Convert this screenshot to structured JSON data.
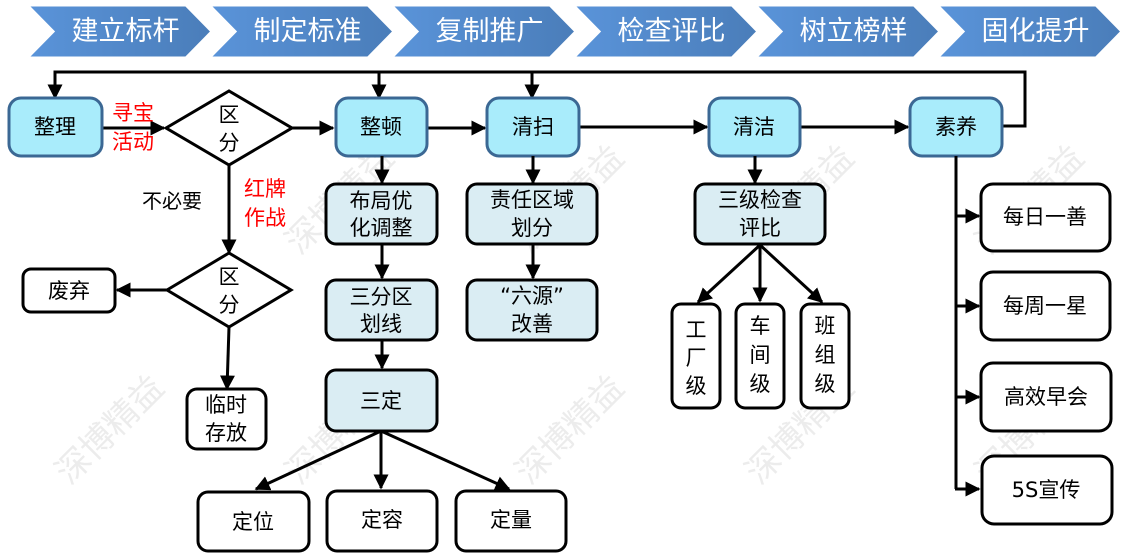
{
  "stages": [
    "建立标杆",
    "制定标准",
    "复制推广",
    "检查评比",
    "树立榜样",
    "固化提升"
  ],
  "colors": {
    "chevron_fill": "#4f88cf",
    "main_box_fill": "#a9ecfb",
    "main_box_border": "#3b6894",
    "sub_box_fill": "#daedf3",
    "annotation_red": "#ff0000"
  },
  "main_steps": {
    "seiri": "整理",
    "seiton": "整顿",
    "seiso": "清扫",
    "seiketsu": "清洁",
    "shitsuke": "素养"
  },
  "decision": {
    "first": [
      "区",
      "分"
    ],
    "second": [
      "区",
      "分"
    ]
  },
  "annotations": {
    "treasure_hunt": [
      "寻宝",
      "活动"
    ],
    "red_tag": [
      "红牌",
      "作战"
    ],
    "unnecessary": "不必要"
  },
  "seiri_branch": {
    "discard": "废弃",
    "temp_storage": [
      "临时",
      "存放"
    ]
  },
  "seiton_branch": {
    "layout": [
      "布局优",
      "化调整"
    ],
    "zoning": [
      "三分区",
      "划线"
    ],
    "three_fix": "三定",
    "fix_items": [
      "定位",
      "定容",
      "定量"
    ]
  },
  "seiso_branch": {
    "responsibility": [
      "责任区域",
      "划分"
    ],
    "six_sources": [
      "“六源”",
      "改善"
    ]
  },
  "seiketsu_branch": {
    "inspection": [
      "三级检查",
      "评比"
    ],
    "levels": [
      [
        "工",
        "厂",
        "级"
      ],
      [
        "车",
        "间",
        "级"
      ],
      [
        "班",
        "组",
        "级"
      ]
    ]
  },
  "shitsuke_branch": {
    "items": [
      "每日一善",
      "每周一星",
      "高效早会",
      "5S宣传"
    ]
  },
  "watermark": "深博精益"
}
